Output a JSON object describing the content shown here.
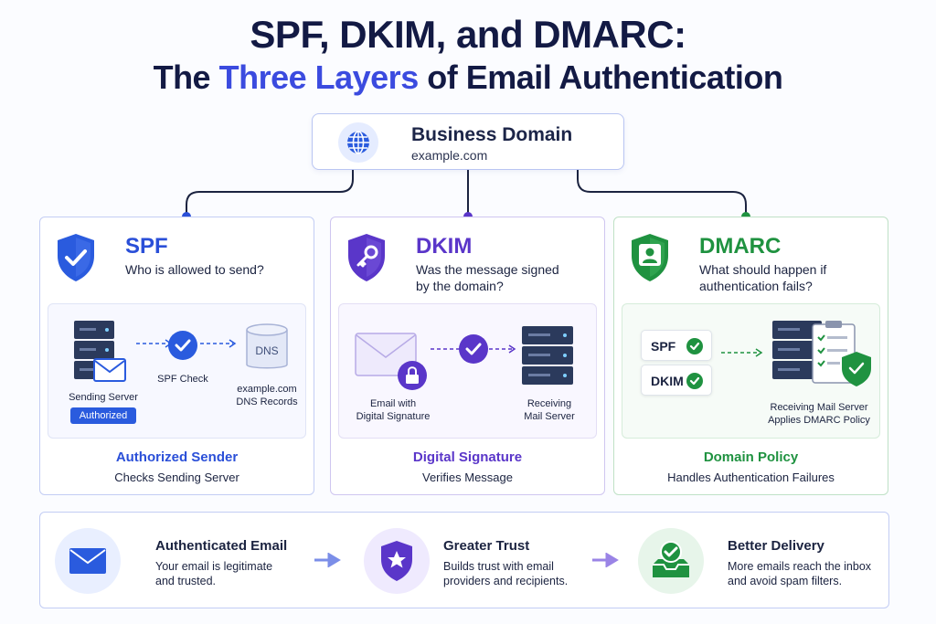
{
  "title": {
    "line1": "SPF, DKIM, and DMARC:",
    "line2_pre": "The ",
    "line2_highlight": "Three Layers",
    "line2_post": " of Email Authentication"
  },
  "domain": {
    "title": "Business Domain",
    "subtitle": "example.com",
    "icon": "globe-icon"
  },
  "cards": {
    "spf": {
      "title": "SPF",
      "question": "Who is allowed to send?",
      "server_label": "Sending Server",
      "badge": "Authorized",
      "check_label": "SPF Check",
      "dns_text": "DNS",
      "dns_label_1": "example.com",
      "dns_label_2": "DNS Records",
      "footer_title": "Authorized Sender",
      "footer_sub": "Checks Sending Server",
      "color": "#2a4fd8"
    },
    "dkim": {
      "title": "DKIM",
      "question_1": "Was the message signed",
      "question_2": "by the domain?",
      "email_label_1": "Email with",
      "email_label_2": "Digital Signature",
      "server_label_1": "Receiving",
      "server_label_2": "Mail Server",
      "footer_title": "Digital Signature",
      "footer_sub": "Verifies Message",
      "color": "#5a36c9"
    },
    "dmarc": {
      "title": "DMARC",
      "question_1": "What should happen if",
      "question_2": "authentication fails?",
      "pill_1": "SPF",
      "pill_2": "DKIM",
      "server_label_1": "Receiving Mail Server",
      "server_label_2": "Applies DMARC Policy",
      "footer_title": "Domain Policy",
      "footer_sub": "Handles Authentication Failures",
      "color": "#1f9240"
    }
  },
  "benefits": [
    {
      "title": "Authenticated Email",
      "line1": "Your email is legitimate",
      "line2": "and trusted.",
      "icon": "envelope-icon"
    },
    {
      "title": "Greater Trust",
      "line1": "Builds trust with email",
      "line2": "providers and recipients.",
      "icon": "star-shield-icon"
    },
    {
      "title": "Better Delivery",
      "line1": "More emails reach the inbox",
      "line2": "and avoid spam filters.",
      "icon": "inbox-check-icon"
    }
  ]
}
